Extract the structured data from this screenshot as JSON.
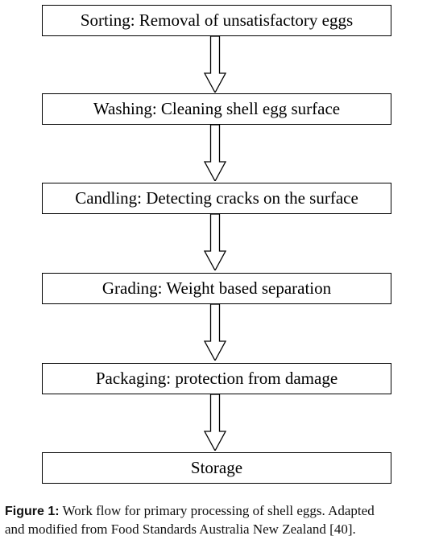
{
  "steps": [
    {
      "label": "Sorting: Removal of unsatisfactory eggs"
    },
    {
      "label": "Washing: Cleaning shell egg surface"
    },
    {
      "label": "Candling: Detecting cracks on the surface"
    },
    {
      "label": "Grading: Weight based separation"
    },
    {
      "label": "Packaging: protection from damage"
    },
    {
      "label": "Storage"
    }
  ],
  "caption": {
    "label": "Figure 1:",
    "line1": "Work flow for primary processing of shell eggs. Adapted",
    "line2": "and modified from Food Standards Australia New Zealand [40]."
  }
}
